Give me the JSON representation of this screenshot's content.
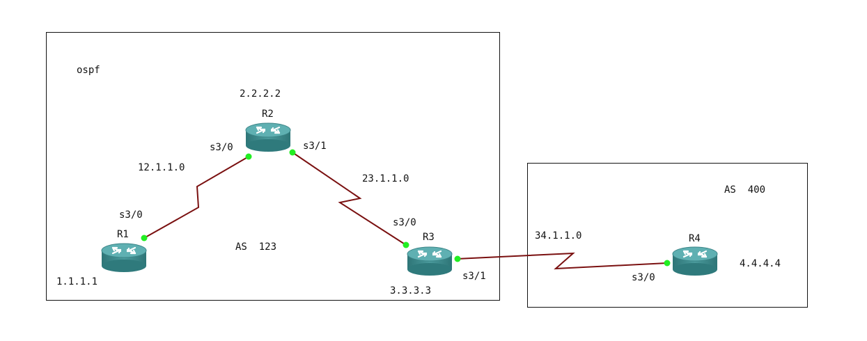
{
  "areas": {
    "area_a": {
      "protocol": "ospf",
      "as_label": "AS  123"
    },
    "area_b": {
      "as_label": "AS  400"
    }
  },
  "routers": {
    "r1": {
      "name": "R1",
      "router_id": "1.1.1.1"
    },
    "r2": {
      "name": "R2",
      "router_id": "2.2.2.2"
    },
    "r3": {
      "name": "R3",
      "router_id": "3.3.3.3"
    },
    "r4": {
      "name": "R4",
      "router_id": "4.4.4.4"
    }
  },
  "links": {
    "r1_r2": {
      "network": "12.1.1.0",
      "r1_intf": "s3/0",
      "r2_intf": "s3/0"
    },
    "r2_r3": {
      "network": "23.1.1.0",
      "r2_intf": "s3/1",
      "r3_intf": "s3/0"
    },
    "r3_r4": {
      "network": "34.1.1.0",
      "r3_intf": "s3/1",
      "r4_intf": "s3/0"
    }
  },
  "colors": {
    "link": "#7a1010",
    "endpoint": "#22ee22",
    "router_body": "#3f8f91",
    "router_top": "#5aaeb0",
    "border": "#111111"
  }
}
